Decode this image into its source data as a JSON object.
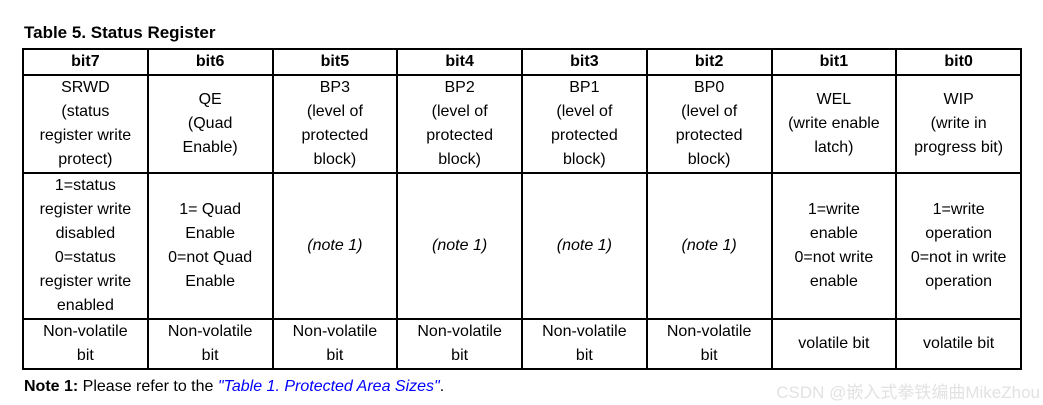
{
  "page_title": "Table 5. Status Register",
  "table": {
    "headers": [
      "bit7",
      "bit6",
      "bit5",
      "bit4",
      "bit3",
      "bit2",
      "bit1",
      "bit0"
    ],
    "rows": {
      "names": [
        "SRWD\n(status\nregister write\nprotect)",
        "QE\n(Quad\nEnable)",
        "BP3\n(level of\nprotected\nblock)",
        "BP2\n(level of\nprotected\nblock)",
        "BP1\n(level of\nprotected\nblock)",
        "BP0\n(level of\nprotected\nblock)",
        "WEL\n(write enable\nlatch)",
        "WIP\n(write in\nprogress bit)"
      ],
      "values": [
        "1=status\nregister write\ndisabled\n0=status\nregister write\nenabled",
        "1= Quad\nEnable\n0=not Quad\nEnable",
        "(note 1)",
        "(note 1)",
        "(note 1)",
        "(note 1)",
        "1=write\nenable\n0=not write\nenable",
        "1=write\noperation\n0=not in write\noperation"
      ],
      "volatility": [
        "Non-volatile\nbit",
        "Non-volatile\nbit",
        "Non-volatile\nbit",
        "Non-volatile\nbit",
        "Non-volatile\nbit",
        "Non-volatile\nbit",
        "volatile bit",
        "volatile bit"
      ]
    }
  },
  "note": {
    "label": "Note 1:",
    "body": " Please refer to the ",
    "link": "\"Table 1. Protected Area Sizes\"",
    "suffix": "."
  },
  "watermark": "CSDN @嵌入式拳铁编曲MikeZhou",
  "colors": {
    "text": "#000000",
    "reference_blue": "#0000FF",
    "watermark_gray": "#E2E2E2",
    "border": "#000000"
  }
}
